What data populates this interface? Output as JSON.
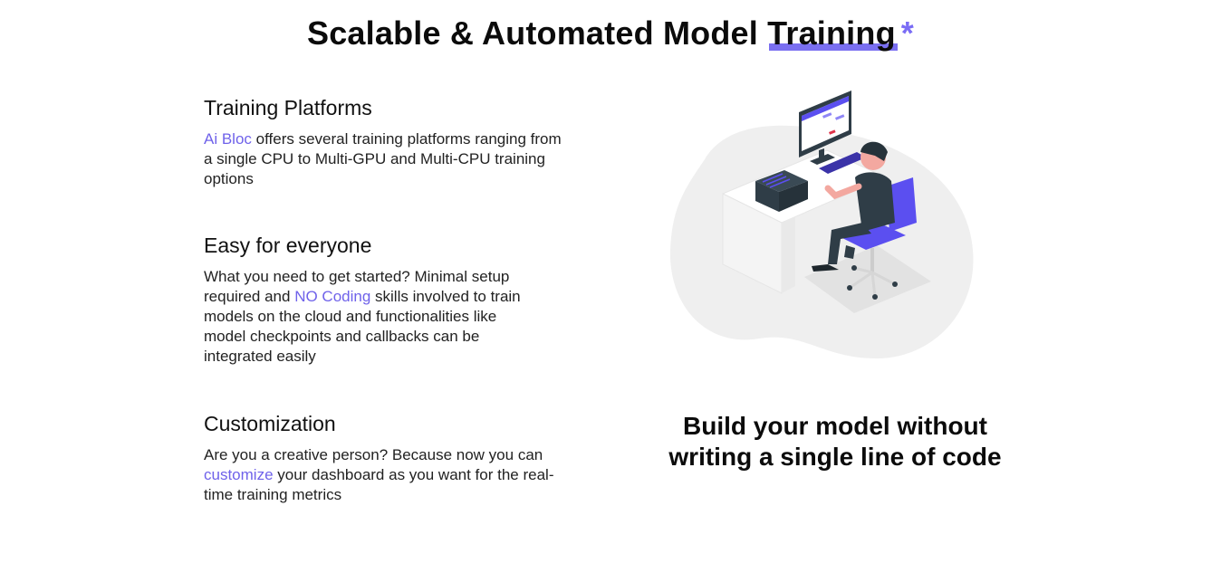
{
  "header": {
    "title_prefix": "Scalable & Automated Model ",
    "title_highlight": "Training",
    "title_mark": "*"
  },
  "features": [
    {
      "title": "Training Platforms",
      "link_text": "Ai Bloc",
      "text_after": " offers several training platforms ranging from a single CPU to Multi-GPU and Multi-CPU training options"
    },
    {
      "title": "Easy for everyone",
      "text_before": "What you need to get started? Minimal setup required and ",
      "link_text": "NO Coding",
      "text_after": " skills involved to train models on the cloud and functionalities like model checkpoints and callbacks can be integrated easily"
    },
    {
      "title": "Customization",
      "text_before": "Are you a creative person? Because now you can ",
      "link_text": "customize",
      "text_after": " your dashboard as you want for the real-time training metrics"
    }
  ],
  "cta": {
    "line1": "Build your model without",
    "line2": "writing a single line of code"
  },
  "colors": {
    "accent": "#6f62ea",
    "chair": "#5b4ff0",
    "blob": "#efefef"
  }
}
